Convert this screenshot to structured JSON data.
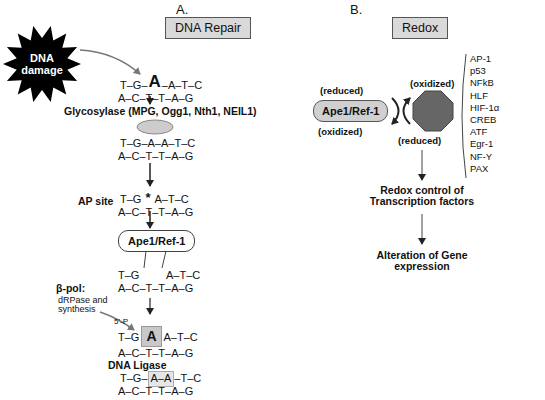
{
  "diagram": {
    "nodes": [
      {
        "text": [
          "DNA Repair"
        ]
      },
      {
        "text": [
          "DNA damage"
        ]
      },
      {
        "text": [
          "Ape1/Ref-1"
        ]
      },
      {
        "text": [
          "Redox"
        ]
      },
      {
        "text": [
          "Ape1/Ref-1"
        ]
      }
    ],
    "labels": [
      "A.",
      "B.",
      "T–G–",
      "A",
      "–A–T–C",
      "A–C–T–T–A–G",
      "Glycosylase (MPG, Ogg1, Nth1, NEIL1)",
      "T–G–A–A–T–C",
      "A–C–T–T–A–G",
      "AP site",
      "T–G",
      "*",
      "A–T–C",
      "A–C–T–T–A–G",
      "T–G",
      "A–T–C",
      "A–C–T–T–A–G",
      "β-pol:",
      "dRPase and synthesis",
      "5'-P",
      "T–G",
      "A",
      "A–T–C",
      "A–C–T–T–A–G",
      "DNA Ligase",
      "T–G–",
      "A–A",
      "–T–C",
      "A–C–T–T–A–G",
      "(reduced)",
      "(oxidized)",
      "(oxidized)",
      "(reduced)",
      "AP-1",
      "p53",
      "NFkB",
      "HLF",
      "HIF-1α",
      "CREB",
      "ATF",
      "Egr-1",
      "NF-Y",
      "PAX",
      "Redox control of Transcription factors",
      "Alteration of Gene expression"
    ]
  }
}
